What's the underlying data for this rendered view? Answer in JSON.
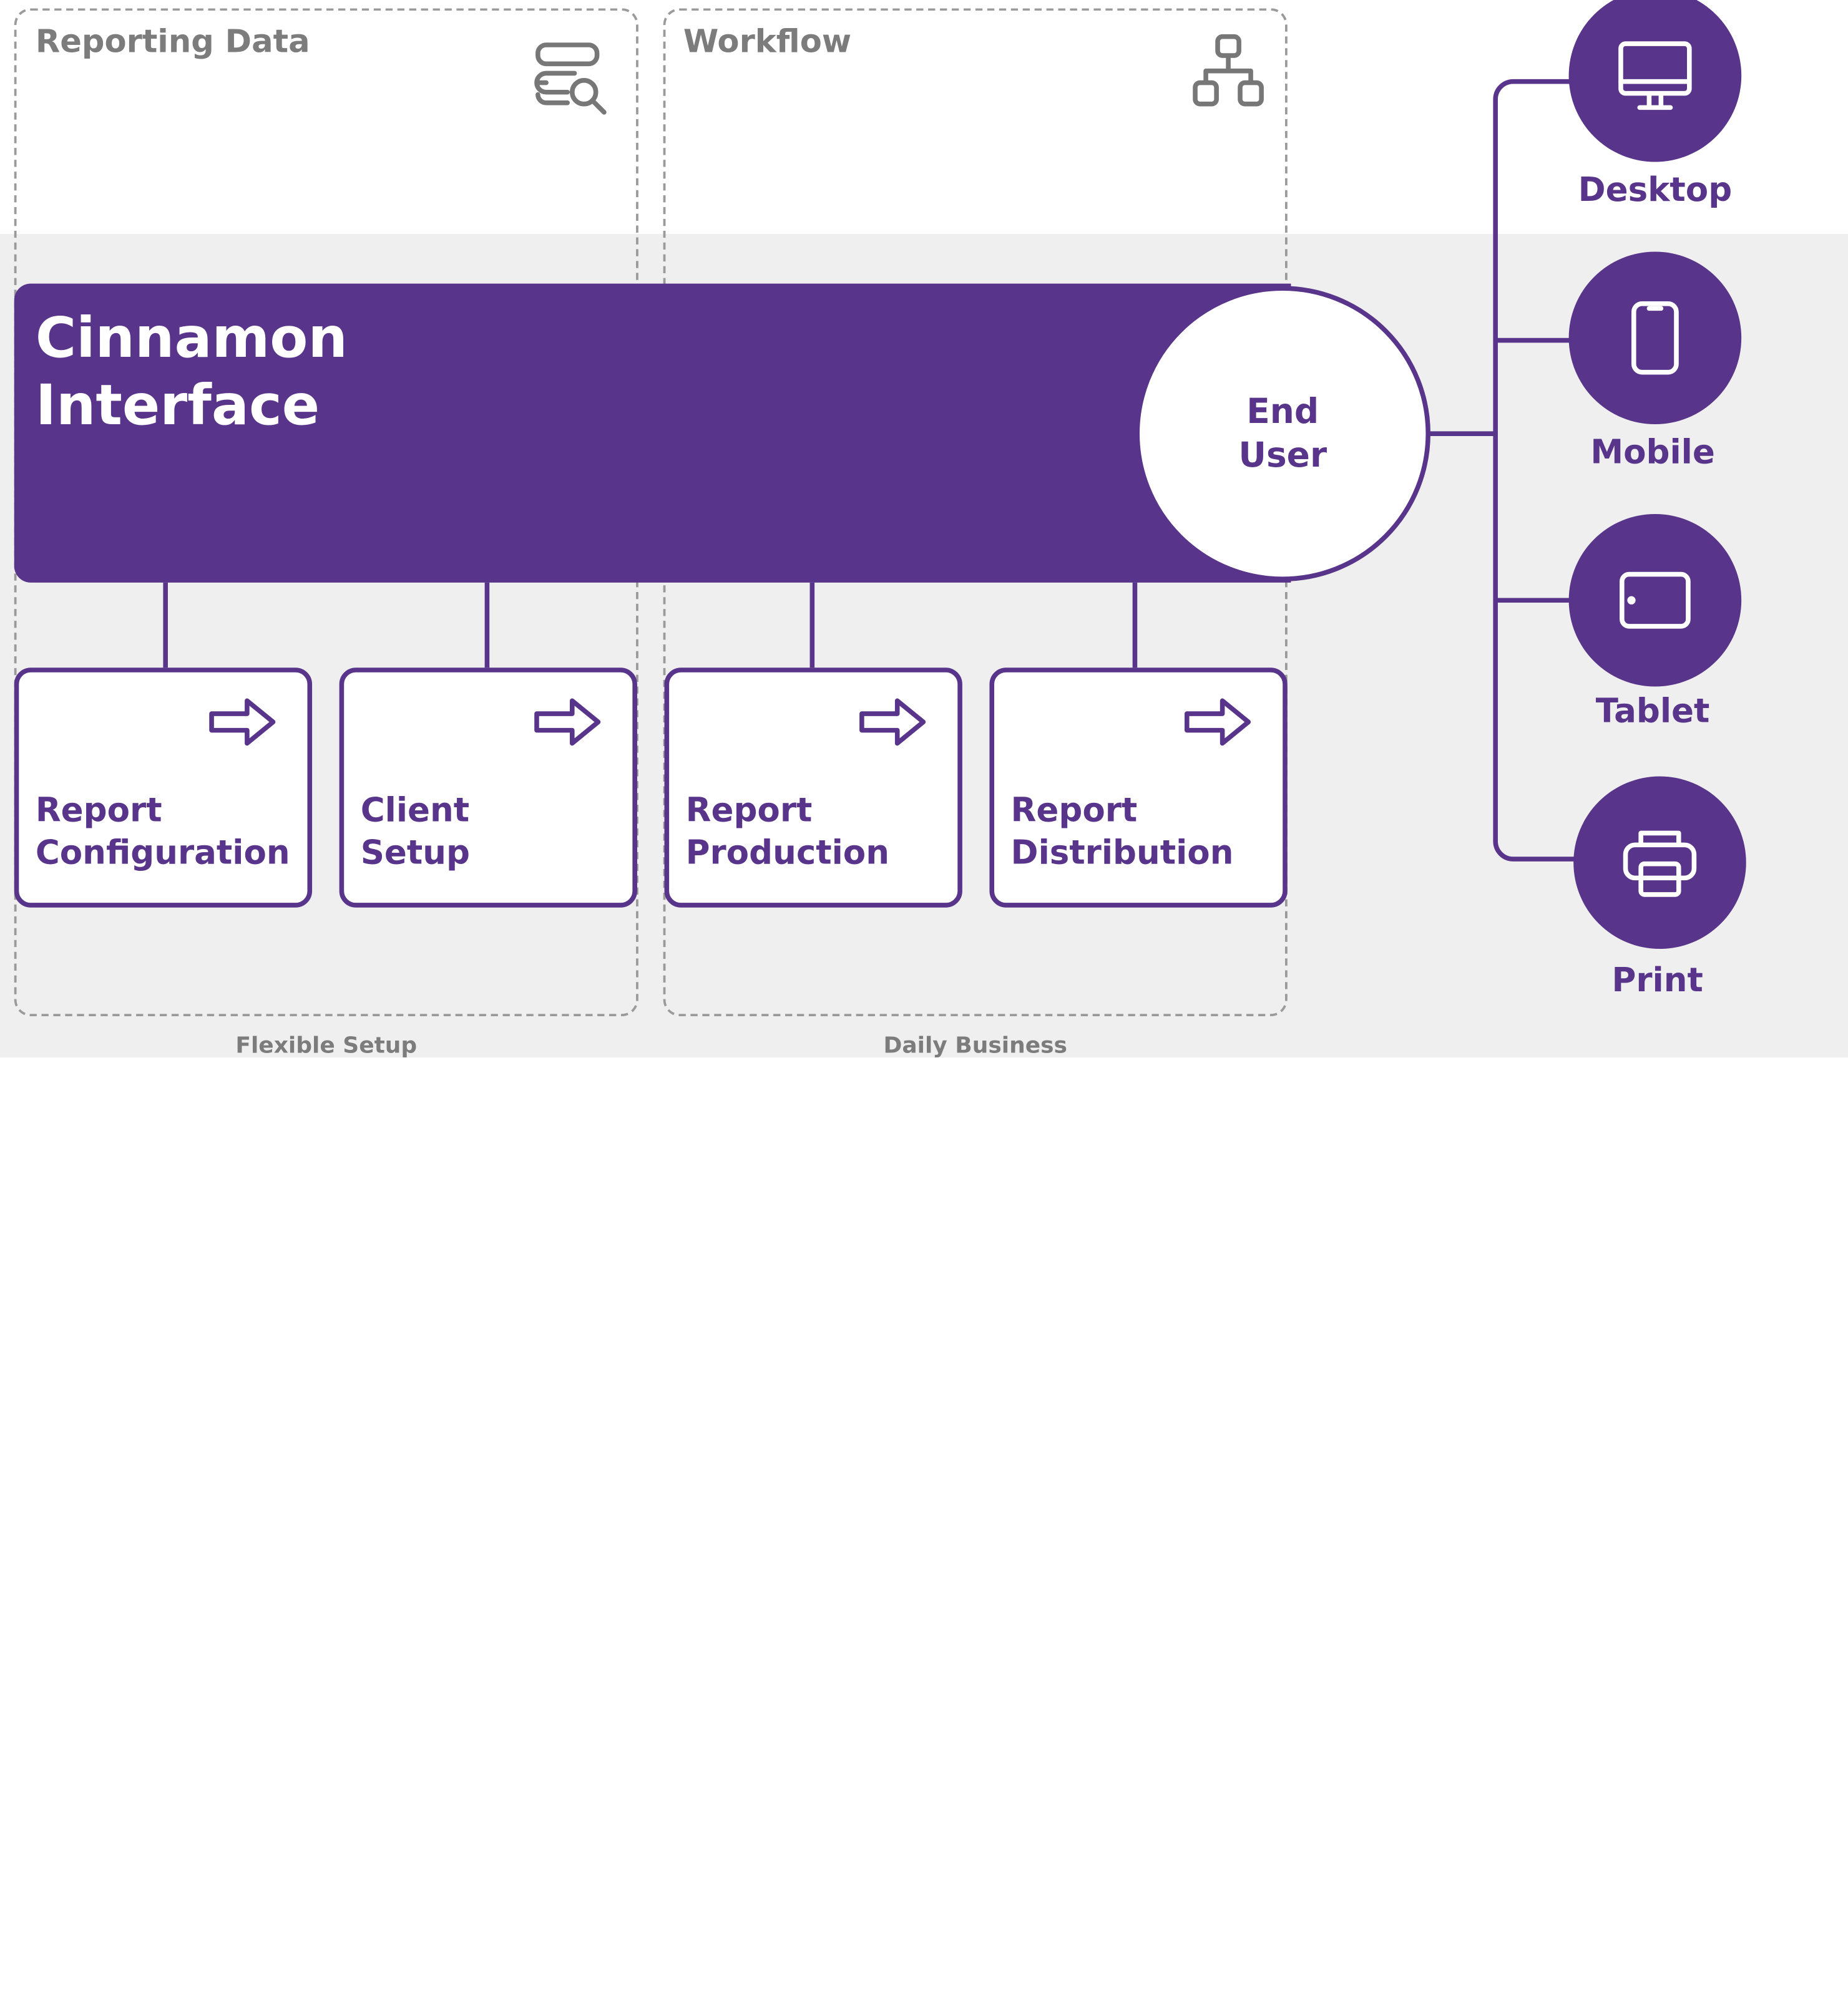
{
  "colors": {
    "brand": "#58358a",
    "band": "#efefef",
    "group_border": "#9a9a9a",
    "muted_text": "#7c7c7c"
  },
  "groups": [
    {
      "title": "Reporting Data",
      "icon": "database-search-icon",
      "footer": "Flexible Setup"
    },
    {
      "title": "Workflow",
      "icon": "hierarchy-icon",
      "footer": "Daily Business"
    }
  ],
  "main": {
    "title": "Cinnamon\nInterface",
    "end_user": "End\nUser"
  },
  "steps": [
    {
      "label": "Report\nConfiguration",
      "icon": "arrow-right-icon"
    },
    {
      "label": "Client\nSetup",
      "icon": "arrow-right-icon"
    },
    {
      "label": "Report\nProduction",
      "icon": "arrow-right-icon"
    },
    {
      "label": "Report\nDistribution",
      "icon": "arrow-right-icon"
    }
  ],
  "devices": [
    {
      "label": "Desktop",
      "icon": "monitor-icon"
    },
    {
      "label": "Mobile",
      "icon": "smartphone-icon"
    },
    {
      "label": "Tablet",
      "icon": "tablet-icon"
    },
    {
      "label": "Print",
      "icon": "printer-icon"
    }
  ]
}
